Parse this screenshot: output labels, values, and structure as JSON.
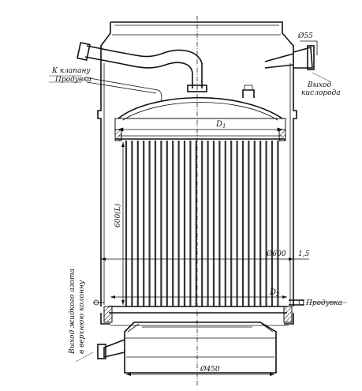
{
  "labels": {
    "valve": "К клапану",
    "purge_top": "Продувка",
    "oxygen_out_1": "Выход",
    "oxygen_out_2": "кислорода",
    "dia55": "Ø55",
    "d1": "D",
    "d1_sub": "1",
    "height": "600(L)",
    "dia600": "Ø600",
    "dim15": "1,5",
    "d2": "D",
    "d2_sub": "2",
    "purge_bottom": "Продувка",
    "nitrogen_1": "Выход жидкого азота",
    "nitrogen_2": "в верхнюю колонну",
    "dia450": "Ø450"
  },
  "colors": {
    "ink": "#111111",
    "paper": "#ffffff"
  }
}
